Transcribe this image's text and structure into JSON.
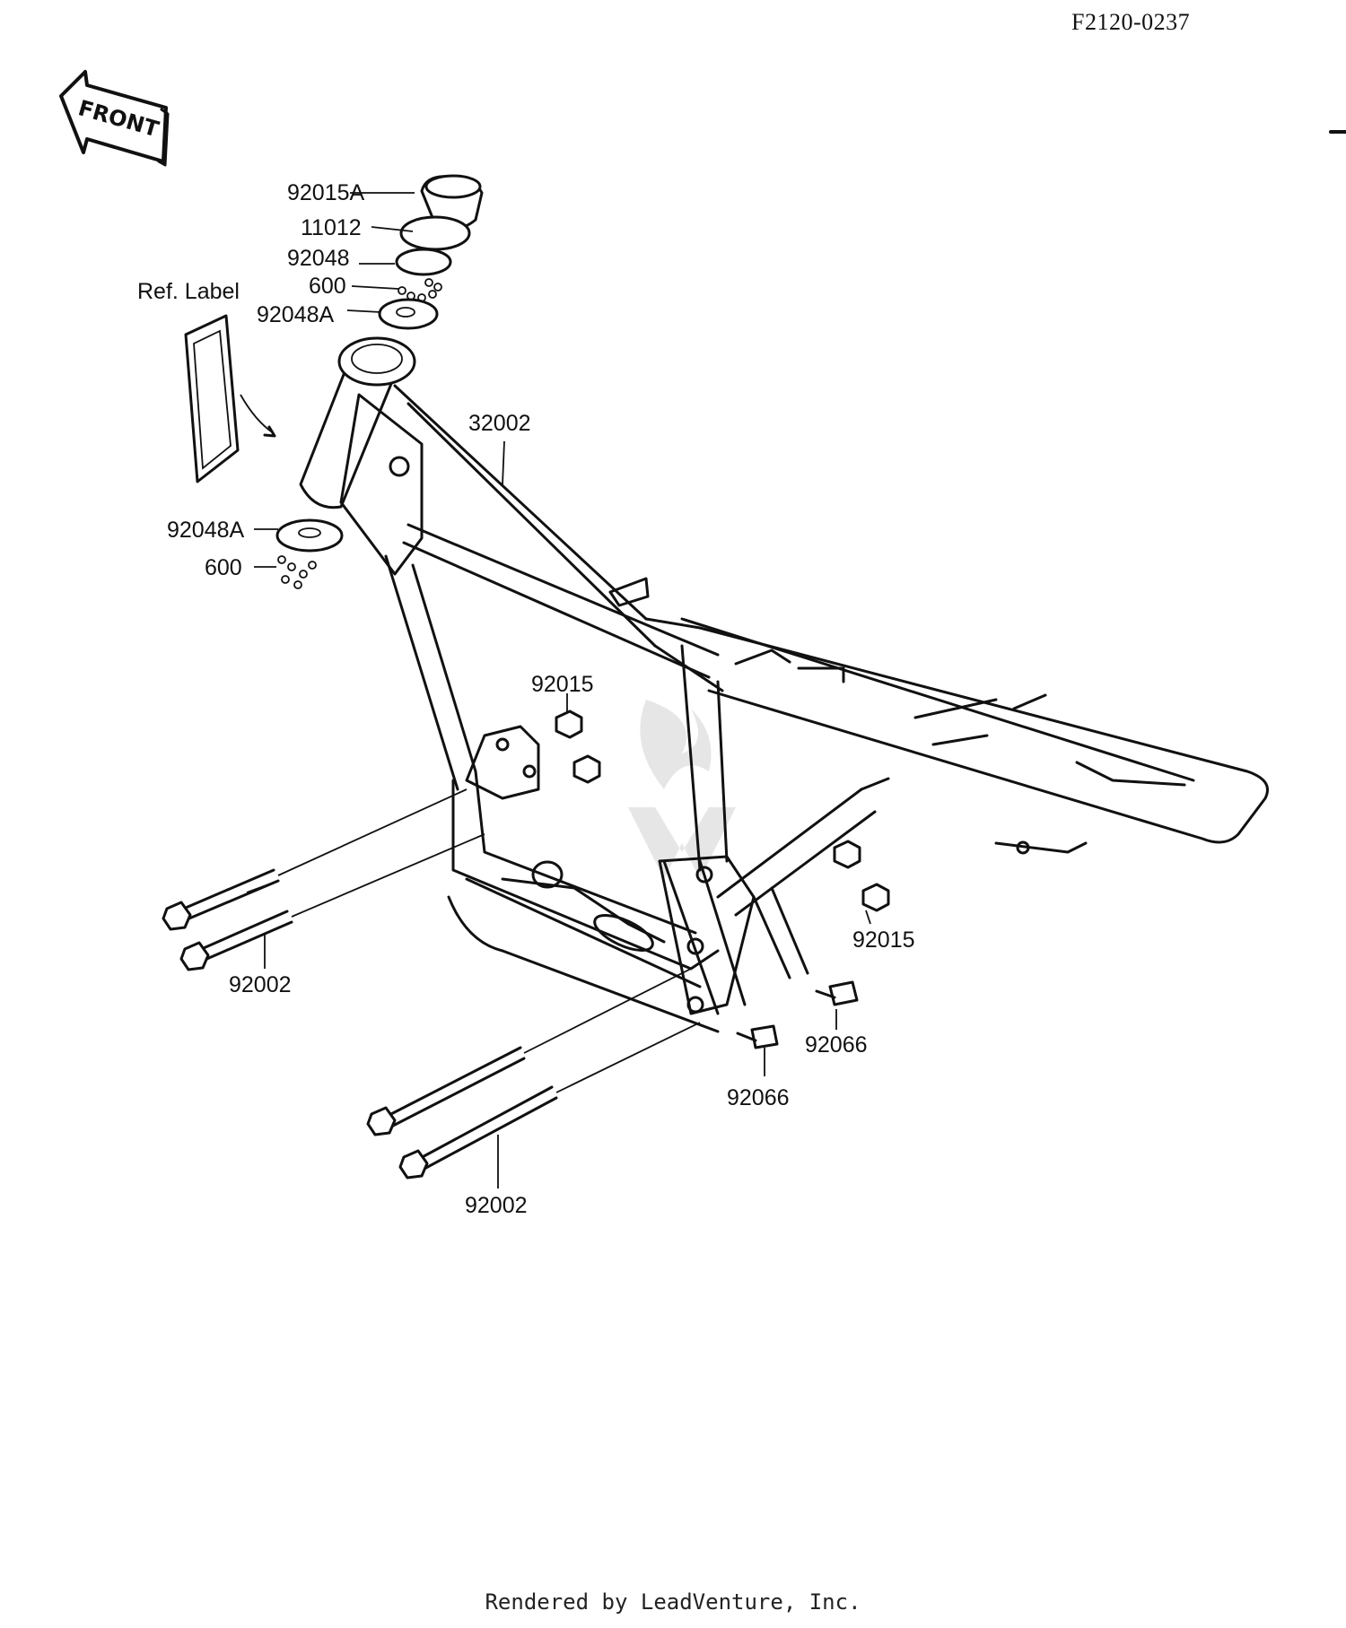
{
  "code": "F2120-0237",
  "front_label": "FRONT",
  "ref_label": "Ref. Label",
  "footer": "Rendered by LeadVenture, Inc.",
  "callouts": {
    "p92015a": "92015A",
    "p11012": "11012",
    "p92048": "92048",
    "p600_top": "600",
    "p92048a_top": "92048A",
    "p32002": "32002",
    "p92048a_bottom": "92048A",
    "p600_bottom": "600",
    "p92015_top": "92015",
    "p92015_right": "92015",
    "p92002_upper": "92002",
    "p92066_right": "92066",
    "p92066_lower": "92066",
    "p92002_lower": "92002"
  }
}
